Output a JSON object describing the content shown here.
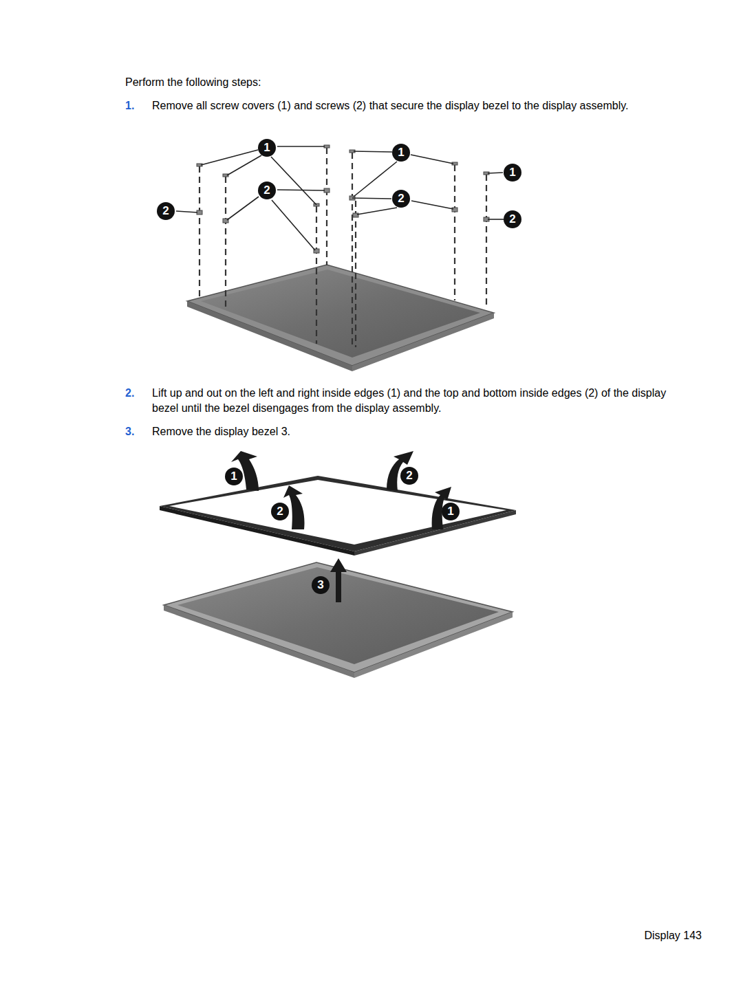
{
  "diagram": {
    "labels": [
      "Perform the following steps:",
      "1.",
      "Remove all screw covers (1) and screws (2) that secure the display bezel to the display assembly.",
      "1",
      "1",
      "1",
      "2",
      "2",
      "2",
      "2",
      "2.",
      "Lift up and out on the left and right inside edges (1) and the top and bottom inside edges (2) of the display bezel until the bezel disengages from the display assembly.",
      "3.",
      "Remove the display bezel 3.",
      "1",
      "2",
      "2",
      "1",
      "3",
      "Display 143"
    ]
  }
}
